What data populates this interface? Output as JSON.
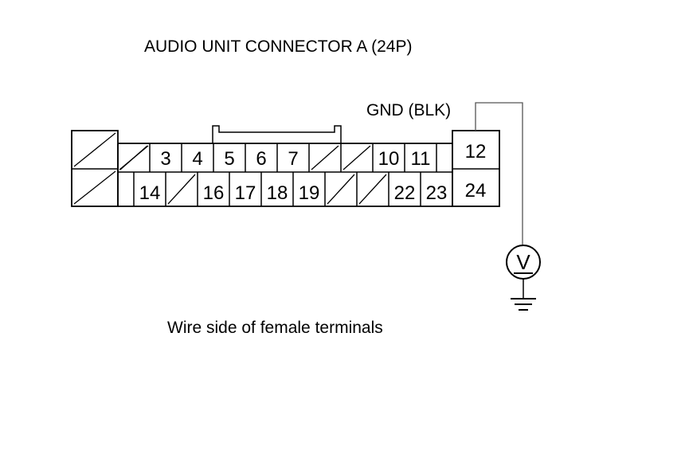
{
  "diagram": {
    "title": "AUDIO UNIT CONNECTOR A (24P)",
    "gnd_label": "GND (BLK)",
    "subtitle": "Wire side of female terminals",
    "top_row": [
      {
        "label": "",
        "empty": true
      },
      {
        "label": "3"
      },
      {
        "label": "4"
      },
      {
        "label": "5"
      },
      {
        "label": "6"
      },
      {
        "label": "7"
      },
      {
        "label": "",
        "empty": true
      },
      {
        "label": "",
        "empty": true
      },
      {
        "label": "10"
      },
      {
        "label": "11"
      },
      {
        "label": ""
      }
    ],
    "bottom_row": [
      {
        "label": ""
      },
      {
        "label": "14"
      },
      {
        "label": "",
        "empty": true
      },
      {
        "label": "16"
      },
      {
        "label": "17"
      },
      {
        "label": "18"
      },
      {
        "label": "19"
      },
      {
        "label": "",
        "empty": true
      },
      {
        "label": "",
        "empty": true
      },
      {
        "label": "22"
      },
      {
        "label": "23"
      }
    ],
    "right_block": {
      "top": "12",
      "bottom": "24"
    },
    "left_block": {
      "top_empty": true,
      "bottom_empty": true
    },
    "meter": {
      "symbol": "V",
      "icon": "voltmeter-icon"
    },
    "ground": {
      "icon": "ground-icon"
    }
  }
}
